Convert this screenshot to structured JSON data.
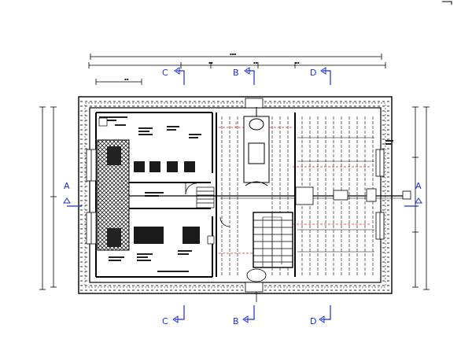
{
  "sections": {
    "a_letter": "A",
    "b_letter": "B",
    "c_letter": "C",
    "d_letter": "D"
  },
  "colors": {
    "line": "#000000",
    "section_marker": "#1c2fd6",
    "axis_red": "#e0202a",
    "hatch": "#000000"
  },
  "icons": {
    "section_arrow": "section-arrow-icon",
    "hatch": "hatch-pattern-icon"
  }
}
